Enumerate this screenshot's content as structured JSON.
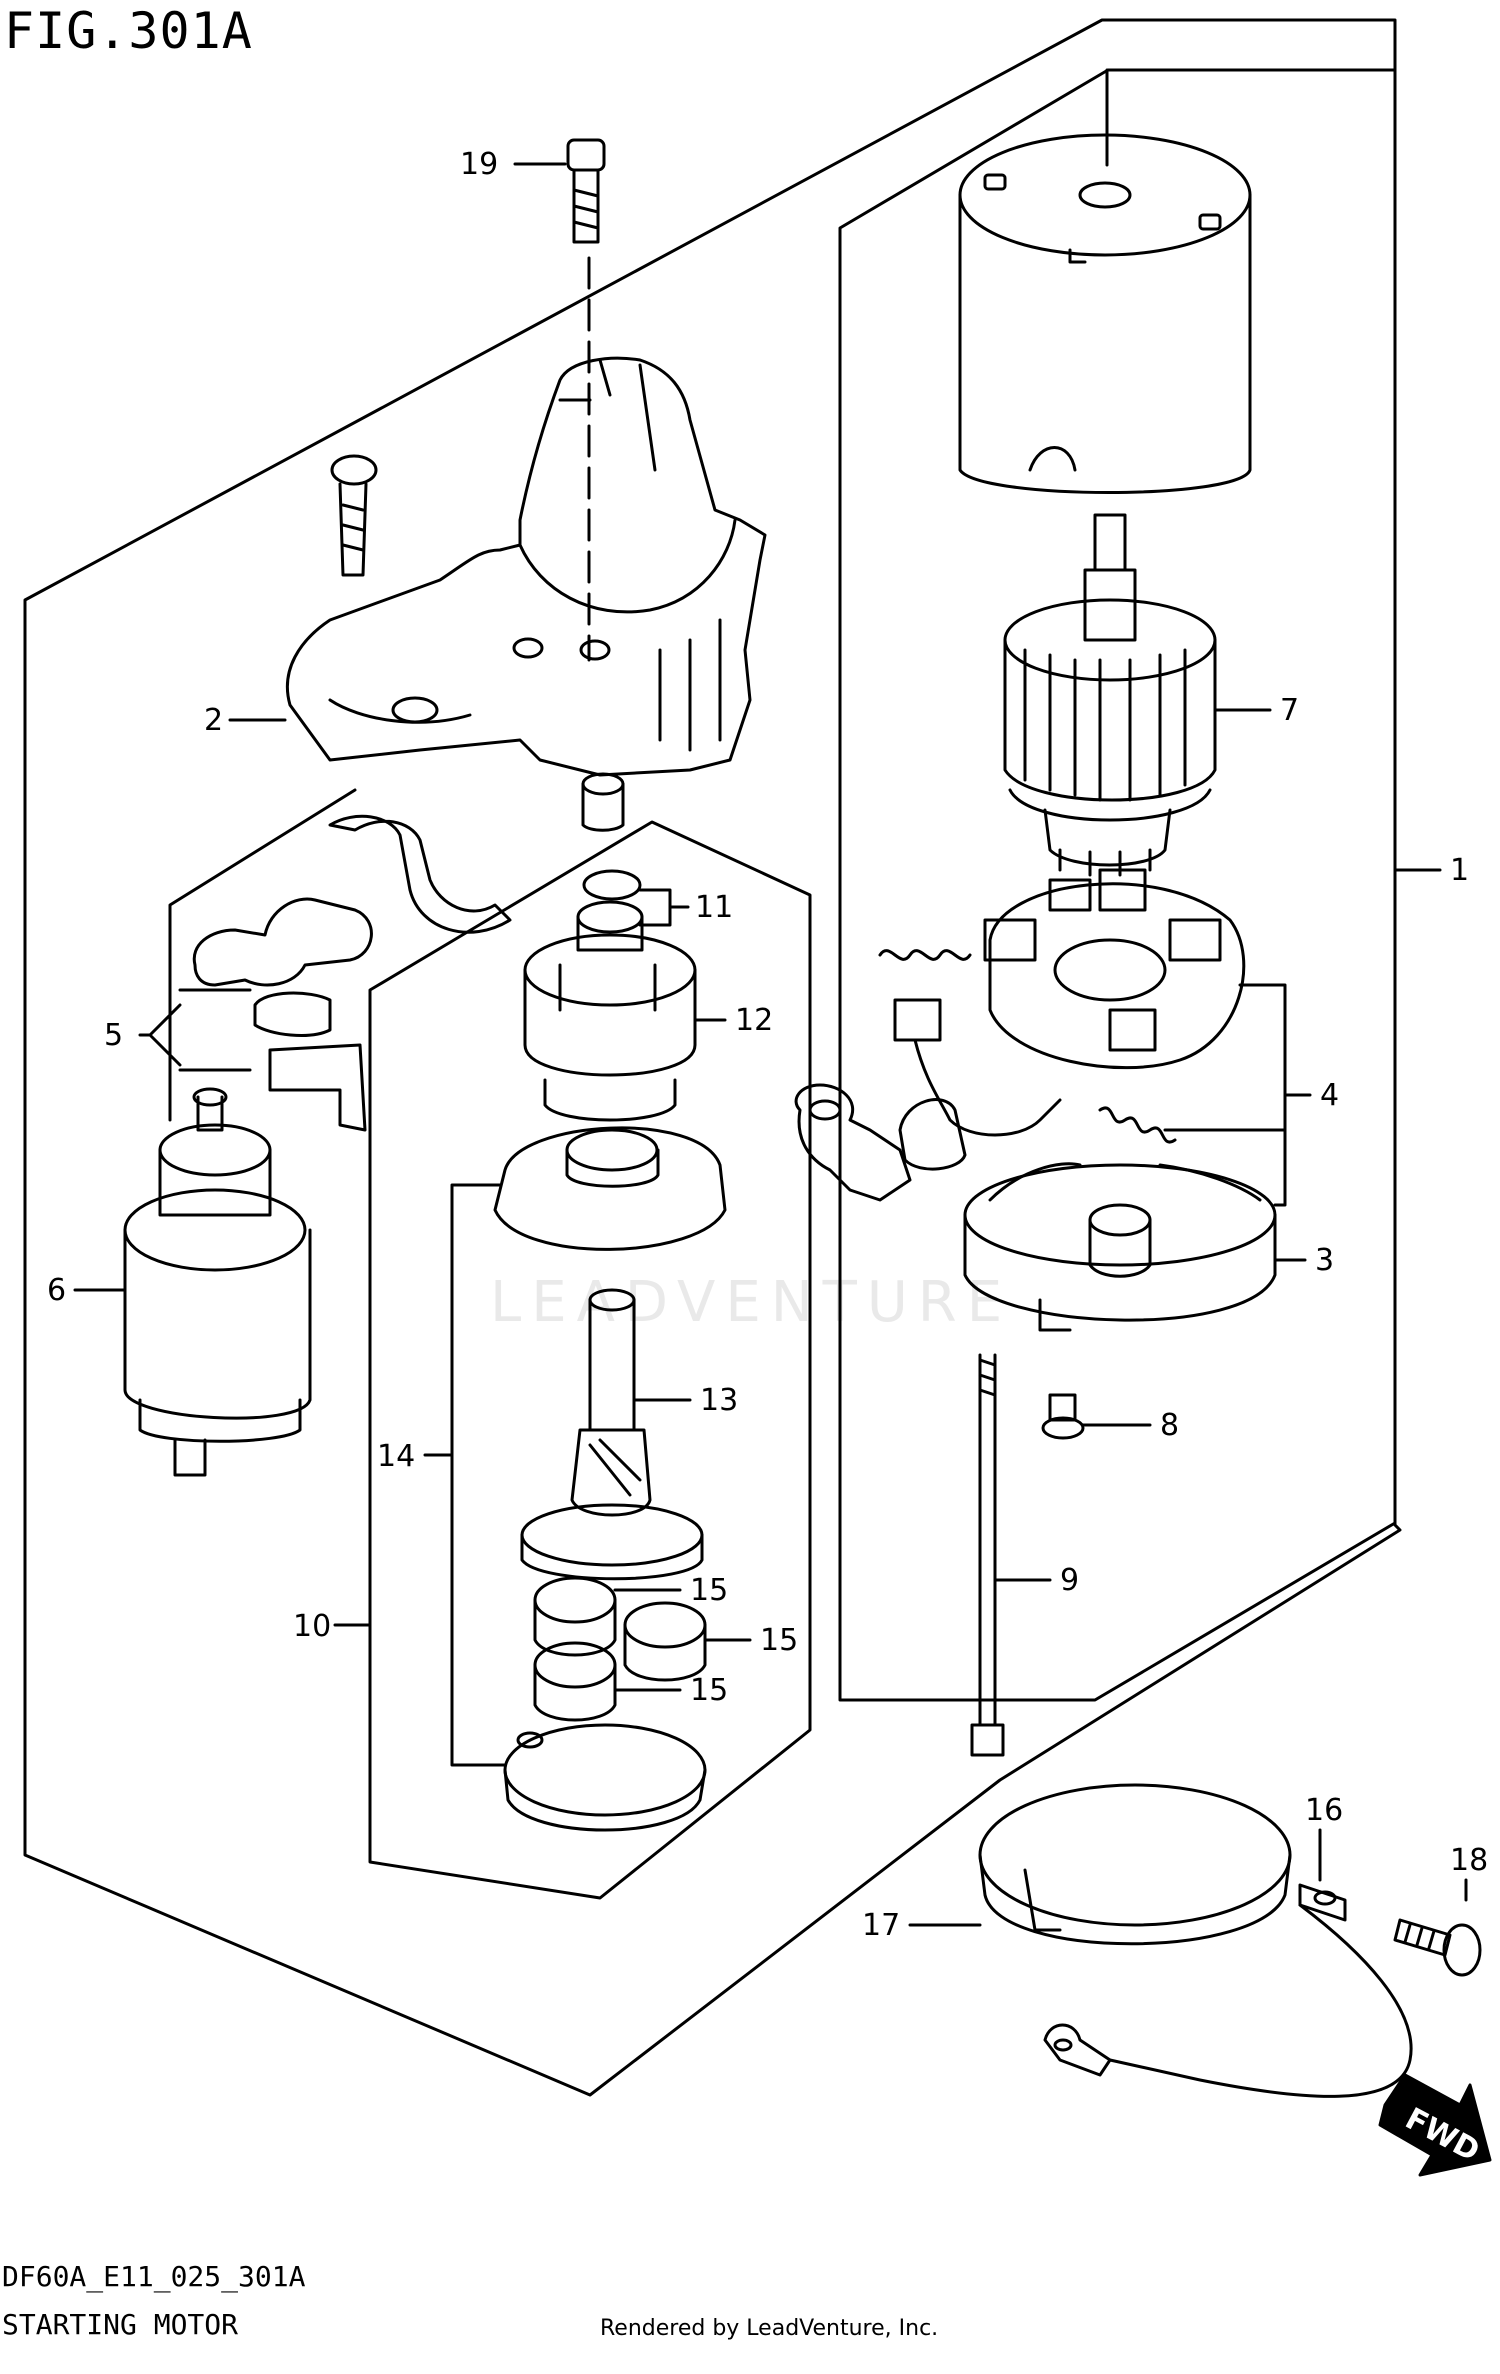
{
  "figure": {
    "title": "FIG.301A",
    "code": "DF60A_E11_025_301A",
    "name": "STARTING MOTOR",
    "rendered_by": "Rendered by LeadVenture, Inc.",
    "watermark": "LEADVENTURE"
  },
  "fwd_label": "FWD",
  "callouts": [
    {
      "id": "c19",
      "label": "19"
    },
    {
      "id": "c2",
      "label": "2"
    },
    {
      "id": "c5",
      "label": "5"
    },
    {
      "id": "c6",
      "label": "6"
    },
    {
      "id": "c11",
      "label": "11"
    },
    {
      "id": "c12",
      "label": "12"
    },
    {
      "id": "c13",
      "label": "13"
    },
    {
      "id": "c14",
      "label": "14"
    },
    {
      "id": "c15a",
      "label": "15"
    },
    {
      "id": "c15b",
      "label": "15"
    },
    {
      "id": "c15c",
      "label": "15"
    },
    {
      "id": "c10",
      "label": "10"
    },
    {
      "id": "c7",
      "label": "7"
    },
    {
      "id": "c1",
      "label": "1"
    },
    {
      "id": "c4",
      "label": "4"
    },
    {
      "id": "c3",
      "label": "3"
    },
    {
      "id": "c8",
      "label": "8"
    },
    {
      "id": "c9",
      "label": "9"
    },
    {
      "id": "c16",
      "label": "16"
    },
    {
      "id": "c17",
      "label": "17"
    },
    {
      "id": "c18",
      "label": "18"
    }
  ]
}
